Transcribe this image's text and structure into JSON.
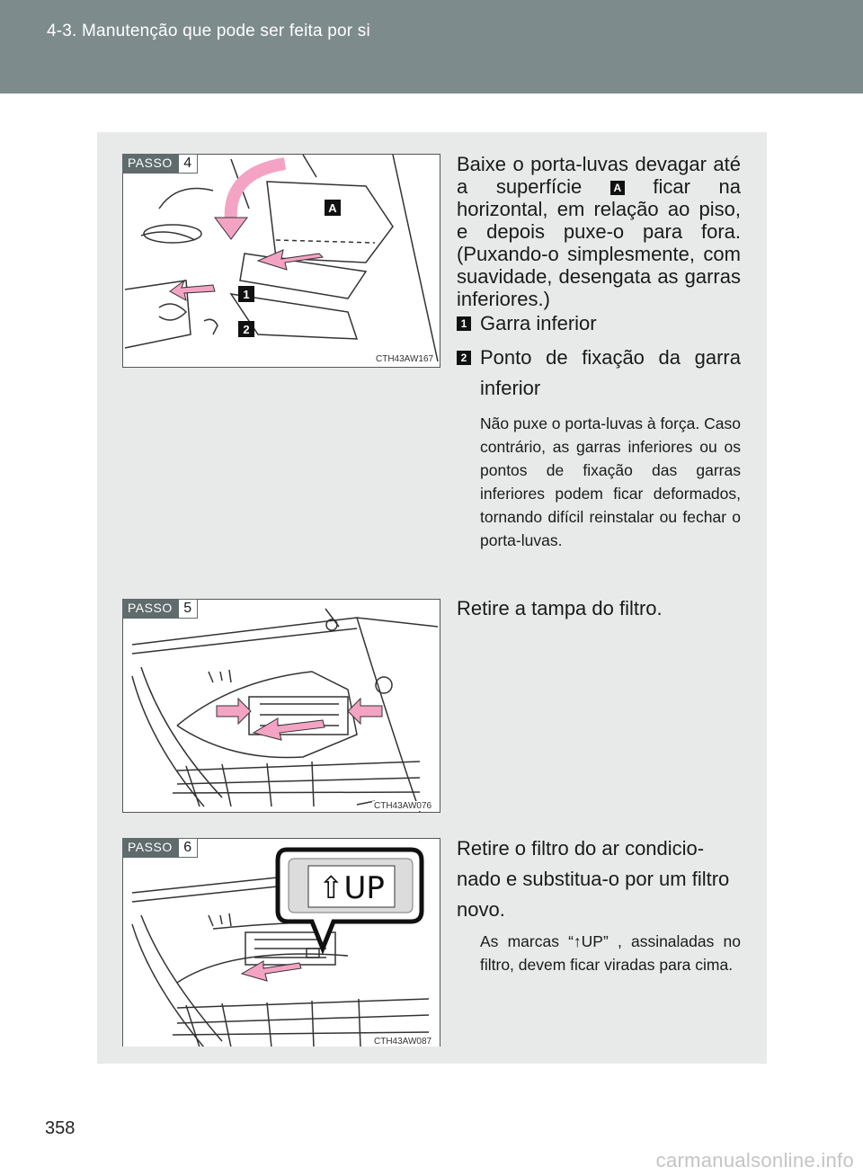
{
  "header": {
    "title": "4-3. Manutenção que pode ser feita por si"
  },
  "page_number": "358",
  "steps": [
    {
      "passo_label": "PASSO",
      "number": "4",
      "figure_code": "CTH43AW167",
      "fig_markers": {
        "a": "A",
        "one": "1",
        "two": "2"
      },
      "text_before_badge": "Baixe o porta-luvas devagar até a superfície",
      "badge": "A",
      "text_after_badge": "ficar na horizontal, em relação ao piso, e depois puxe-o para fora. (Puxando-o simplesmen­te, com suavidade, desenga­ta as garras inferiores.)",
      "items": [
        {
          "badge": "1",
          "label": "Garra inferior"
        },
        {
          "badge": "2",
          "label": "Ponto de fixação da garra inferior"
        }
      ],
      "note": "Não puxe o porta-luvas à força. Caso contrário, as gar­ras inferiores ou os pontos de fixação das garras inferiores podem ficar deformados, tor­nando difícil reinstalar ou fechar o porta-luvas."
    },
    {
      "passo_label": "PASSO",
      "number": "5",
      "figure_code": "CTH43AW076",
      "text": "Retire a tampa do filtro."
    },
    {
      "passo_label": "PASSO",
      "number": "6",
      "figure_code": "CTH43AW087",
      "callout": "⇧UP",
      "text": "Retire o filtro do ar condicio­nado e substitua-o por um fil­tro novo.",
      "note": "As marcas “↑UP” , assinaladas no filtro, devem ficar viradas para cima."
    }
  ],
  "watermark": "carmanualsonline.info",
  "colors": {
    "header": "#7e8b8c",
    "panel": "#e8eae9",
    "accent_arrow": "#f4a3c4"
  }
}
